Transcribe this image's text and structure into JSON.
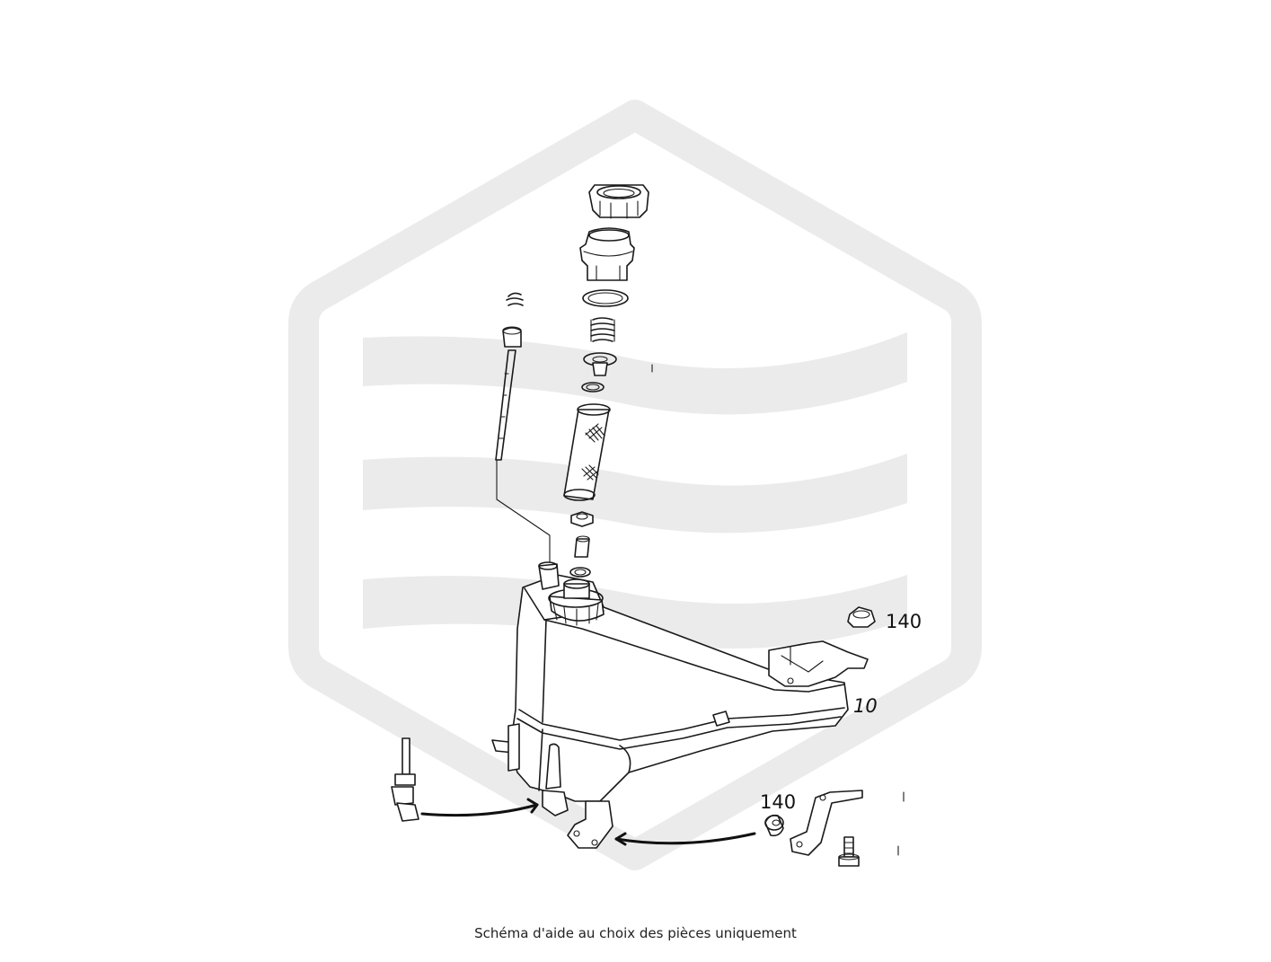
{
  "diagram": {
    "callouts": [
      {
        "id": "nut-top",
        "label": "140"
      },
      {
        "id": "reservoir",
        "label": "10"
      },
      {
        "id": "mount-bottom",
        "label": "140"
      }
    ],
    "caption": "Schéma d'aide au choix des pièces uniquement"
  },
  "colors": {
    "watermark": "#ebebeb",
    "line": "#1a1a1a",
    "background": "#ffffff"
  }
}
